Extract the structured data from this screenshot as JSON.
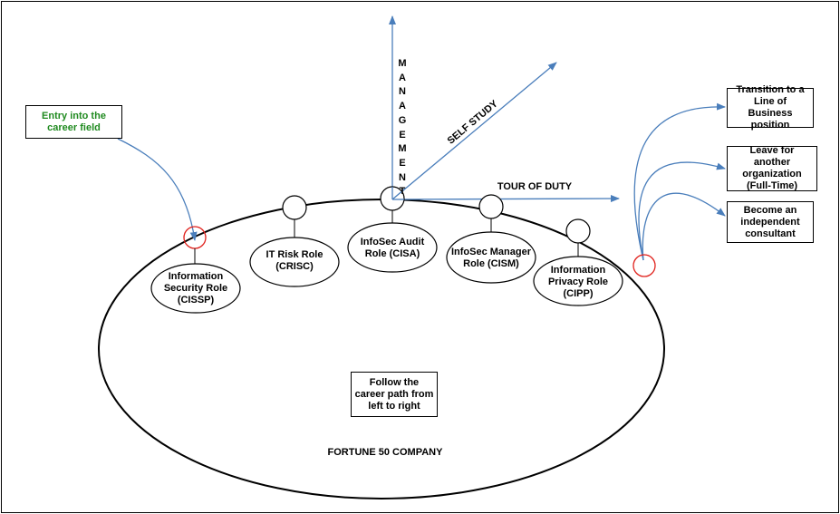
{
  "diagram": {
    "entry_box": "Entry into the career field",
    "entry_color": "#1f8a1f",
    "arrow_color": "#4a7ebb",
    "exit_marker_color": "#e0201b",
    "axes": {
      "management": "MANAGEMENT",
      "self_study": "SELF STUDY",
      "tour_of_duty": "TOUR OF DUTY"
    },
    "roles": [
      "Information Security Role (CISSP)",
      "IT Risk Role (CRISC)",
      "InfoSec Audit Role (CISA)",
      "InfoSec Manager Role (CISM)",
      "Information Privacy Role (CIPP)"
    ],
    "center_note": "Follow the career path from left to right",
    "company": "FORTUNE 50 COMPANY",
    "exits": [
      "Transition to a Line of Business position",
      "Leave for another organization (Full-Time)",
      "Become an independent consultant"
    ]
  }
}
